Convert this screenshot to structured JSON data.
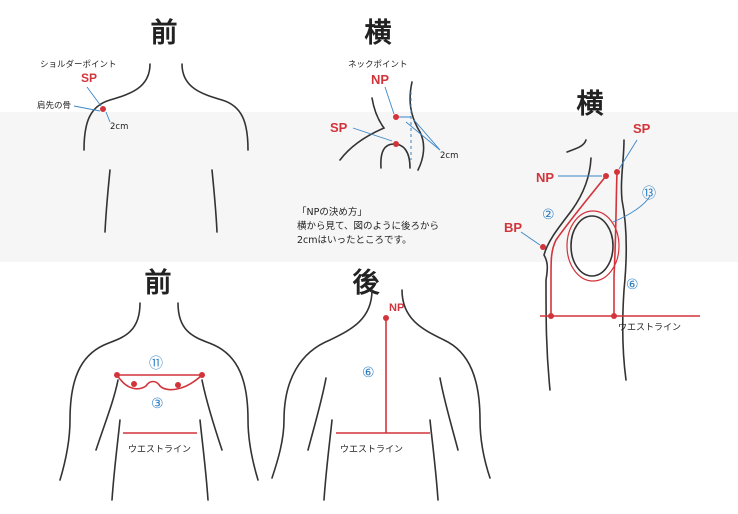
{
  "panels": {
    "front_top": {
      "title": "前",
      "shoulder_point_label": "ショルダーポイント",
      "sp": "SP",
      "bone_label": "肩先の骨",
      "dist": "2cm"
    },
    "side_top": {
      "title": "横",
      "neck_point_label": "ネックポイント",
      "np": "NP",
      "sp": "SP",
      "dist": "2cm"
    },
    "note": {
      "line1": "「NPの決め方」",
      "line2": "横から見て、図のように後ろから",
      "line3": "2cmはいったところです。"
    },
    "side_right": {
      "title": "横",
      "sp": "SP",
      "np": "NP",
      "bp": "BP",
      "num_2": "②",
      "num_13": "⑬",
      "num_6": "⑥",
      "waist": "ウエストライン"
    },
    "front_bottom": {
      "title": "前",
      "num_11": "⑪",
      "num_3": "③",
      "waist": "ウエストライン"
    },
    "back_bottom": {
      "title": "後",
      "np": "NP",
      "num_6": "⑥",
      "waist": "ウエストライン"
    }
  },
  "colors": {
    "red": "#d2343b",
    "blue": "#2f7fc4",
    "line": "#333333"
  }
}
